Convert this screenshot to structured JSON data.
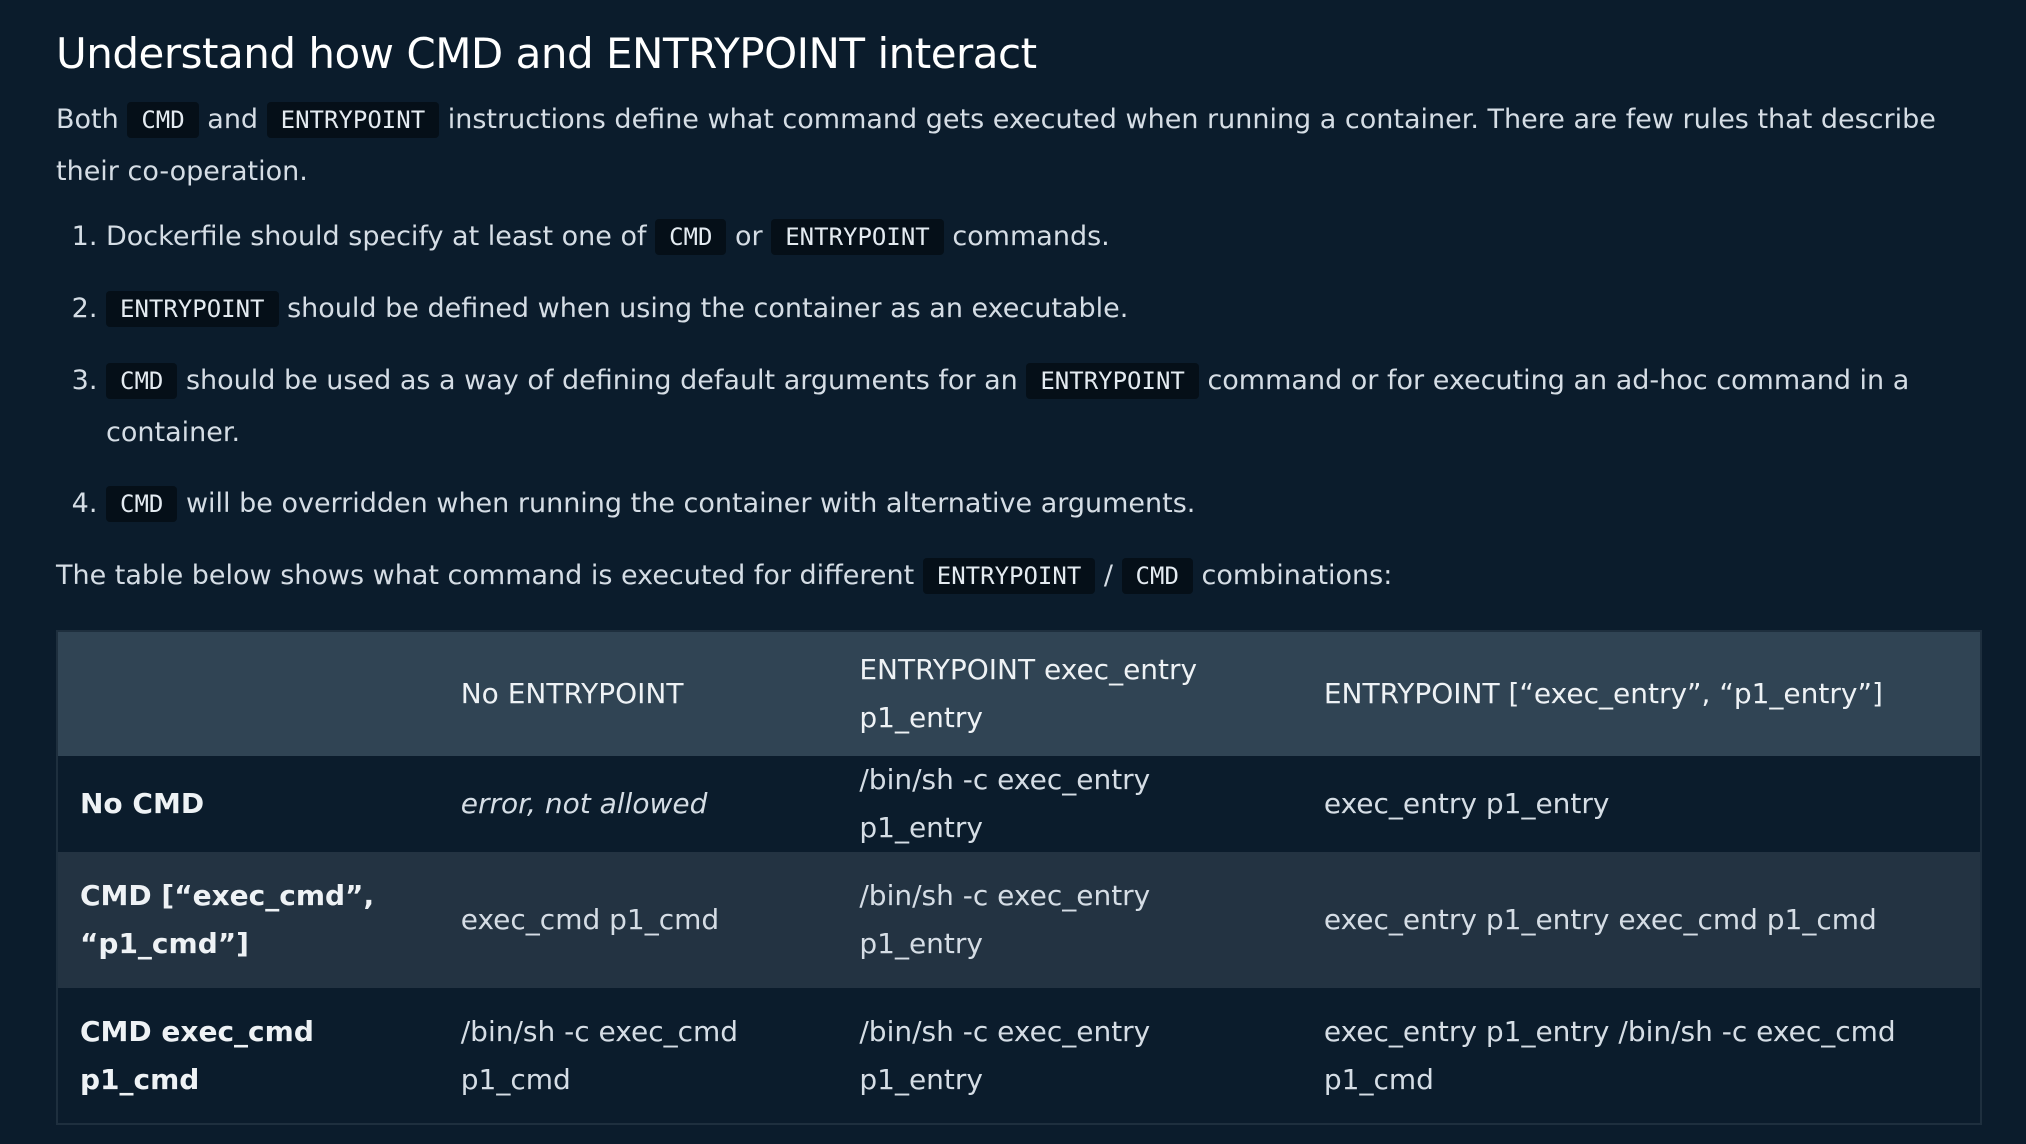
{
  "section": {
    "title": "Understand how CMD and ENTRYPOINT interact",
    "intro": {
      "t1": "Both ",
      "c1": "CMD",
      "t2": " and ",
      "c2": "ENTRYPOINT",
      "t3": " instructions define what command gets executed when running a container. There are few rules that describe their co-operation."
    },
    "rules": [
      {
        "number": "1.",
        "t1": "Dockerfile should specify at least one of ",
        "c1": "CMD",
        "t2": " or ",
        "c2": "ENTRYPOINT",
        "t3": " commands."
      },
      {
        "number": "2.",
        "c1": "ENTRYPOINT",
        "t1": " should be defined when using the container as an executable."
      },
      {
        "number": "3.",
        "c1": "CMD",
        "t1": " should be used as a way of defining default arguments for an ",
        "c2": "ENTRYPOINT",
        "t2": " command or for executing an ad-hoc command in a container."
      },
      {
        "number": "4.",
        "c1": "CMD",
        "t1": " will be overridden when running the container with alternative arguments."
      }
    ],
    "table_intro": {
      "t1": "The table below shows what command is executed for different ",
      "c1": "ENTRYPOINT",
      "t2": " / ",
      "c2": "CMD",
      "t3": " combinations:"
    }
  },
  "table": {
    "headers": [
      "",
      "No ENTRYPOINT",
      "ENTRYPOINT exec_entry p1_entry",
      "ENTRYPOINT [“exec_entry”, “p1_entry”]"
    ],
    "rows": [
      {
        "label": "No CMD",
        "cells": [
          "error, not allowed",
          "/bin/sh -c exec_entry p1_entry",
          "exec_entry p1_entry"
        ]
      },
      {
        "label": "CMD [“exec_cmd”, “p1_cmd”]",
        "cells": [
          "exec_cmd p1_cmd",
          "/bin/sh -c exec_entry p1_entry",
          "exec_entry p1_entry exec_cmd p1_cmd"
        ]
      },
      {
        "label": "CMD exec_cmd p1_cmd",
        "cells": [
          "/bin/sh -c exec_cmd p1_cmd",
          "/bin/sh -c exec_entry p1_entry",
          "exec_entry p1_entry /bin/sh -c exec_cmd p1_cmd"
        ]
      }
    ]
  },
  "colors": {
    "background": "#0b1c2c",
    "header_row": "#304454",
    "striped_row": "#233342",
    "code_bg": "#050f18",
    "text": "#d5dde5"
  }
}
